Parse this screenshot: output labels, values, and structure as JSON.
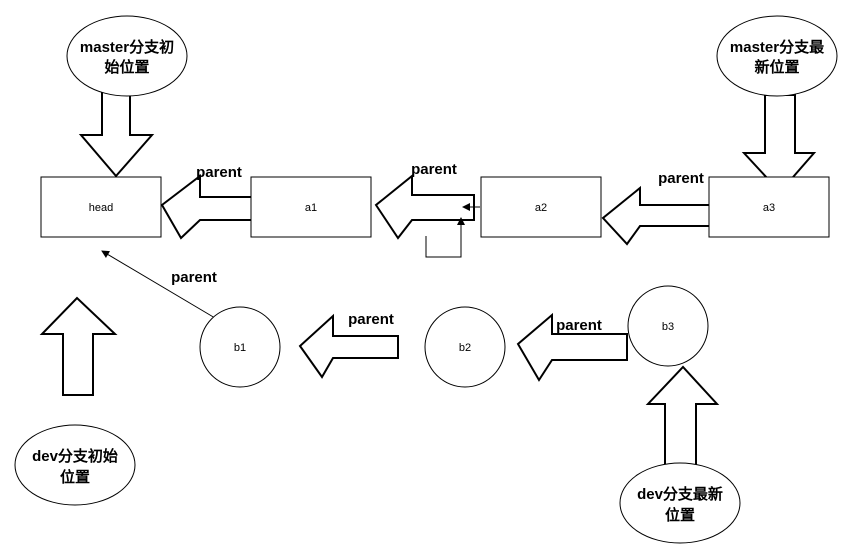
{
  "nodes": {
    "head": "head",
    "a1": "a1",
    "a2": "a2",
    "a3": "a3",
    "b1": "b1",
    "b2": "b2",
    "b3": "b3"
  },
  "edge_labels": {
    "parent_a1_head": "parent",
    "parent_a2_a1": "parent",
    "parent_a3_a2": "parent",
    "parent_b1_head": "parent",
    "parent_b2_b1": "parent",
    "parent_b3_b2": "parent"
  },
  "callouts": {
    "master_init": [
      "master分支初",
      "始位置"
    ],
    "master_latest": [
      "master分支最",
      "新位置"
    ],
    "dev_init": [
      "dev分支初始",
      "位置"
    ],
    "dev_latest": [
      "dev分支最新",
      "位置"
    ]
  },
  "colors": {
    "stroke": "#000000",
    "fill": "#ffffff"
  }
}
